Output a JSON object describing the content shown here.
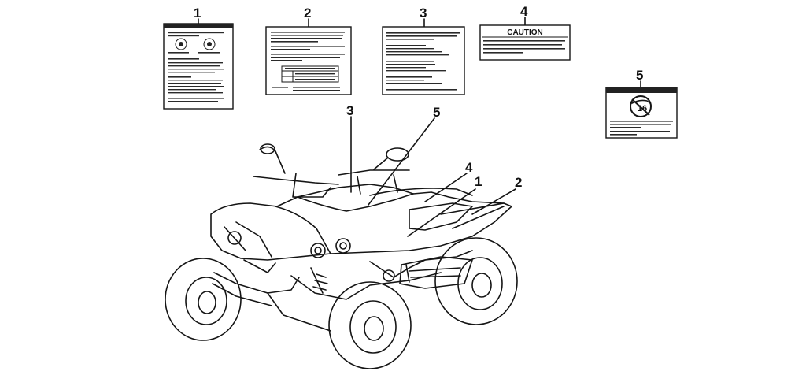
{
  "callouts": {
    "decal_1": "1",
    "decal_2": "2",
    "decal_3": "3",
    "decal_4": "4",
    "decal_5": "5",
    "atv_3": "3",
    "atv_5": "5",
    "atv_4": "4",
    "atv_1": "1",
    "atv_2": "2"
  },
  "decals": {
    "caution_title": "CAUTION",
    "age_badge": "16"
  },
  "colors": {
    "ink": "#151515",
    "background": "#ffffff"
  }
}
